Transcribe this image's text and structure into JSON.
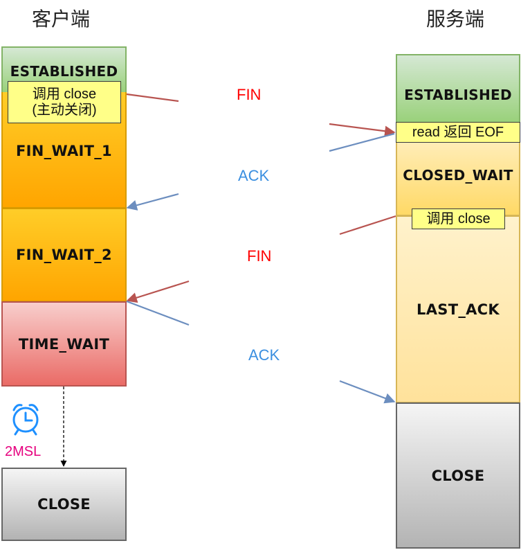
{
  "headers": {
    "client": "客户端",
    "server": "服务端"
  },
  "client": {
    "established": "ESTABLISHED",
    "close_note_line1": "调用 close",
    "close_note_line2": "(主动关闭)",
    "fin_wait_1": "FIN_WAIT_1",
    "fin_wait_2": "FIN_WAIT_2",
    "time_wait": "TIME_WAIT",
    "timer_label": "2MSL",
    "close": "CLOSE"
  },
  "server": {
    "established": "ESTABLISHED",
    "read_note": "read 返回 EOF",
    "closed_wait": "CLOSED_WAIT",
    "close_note": "调用 close",
    "last_ack": "LAST_ACK",
    "close": "CLOSE"
  },
  "messages": {
    "fin1": "FIN",
    "ack1": "ACK",
    "fin2": "FIN",
    "ack2": "ACK"
  },
  "colors": {
    "established_fill": "#c6e3b0",
    "established_border": "#82b366",
    "orange_border": "#d79b00",
    "red_fill": "#f08080",
    "red_border": "#b85450",
    "close_fill": "#d9d9d9",
    "close_border": "#666666",
    "fin_color": "#ff0000",
    "ack_color": "#3b8fe0",
    "fin_arrow": "#b85450",
    "ack_arrow": "#6c8ebf",
    "timer_color": "#1e90ff",
    "timer_label_color": "#e6007e"
  }
}
